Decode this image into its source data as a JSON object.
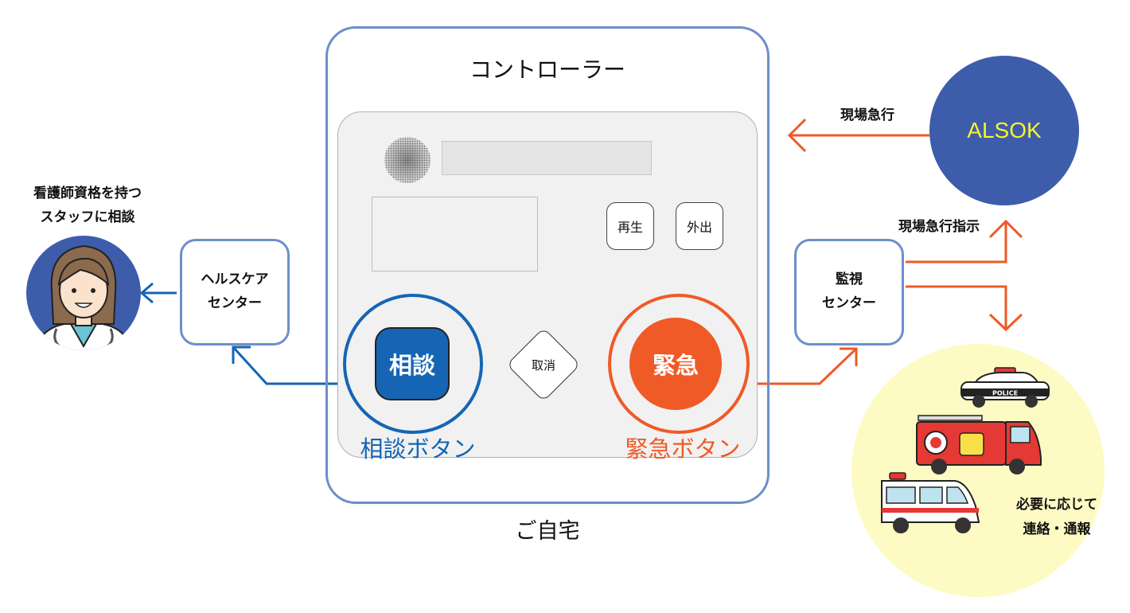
{
  "controller": {
    "title": "コントローラー",
    "buttons": {
      "play": "再生",
      "away": "外出",
      "cancel": "取消",
      "consult": "相談",
      "emergency": "緊急"
    },
    "consult_caption": "相談ボタン",
    "emergency_caption": "緊急ボタン"
  },
  "home_label": "ご自宅",
  "nurse": {
    "line1": "看護師資格を持つ",
    "line2": "スタッフに相談"
  },
  "healthcare_center": {
    "line1": "ヘルスケア",
    "line2": "センター"
  },
  "monitoring_center": {
    "line1": "監視",
    "line2": "センター"
  },
  "alsok": {
    "name": "ALSOK",
    "rush_label": "現場急行",
    "instruct_label": "現場急行指示"
  },
  "emergency_services": {
    "police_text": "POLICE",
    "line1": "必要に応じて",
    "line2": "連絡・通報"
  },
  "colors": {
    "frame_blue": "#6d8fca",
    "consult_blue": "#1565b4",
    "emergency_orange": "#ef5a27",
    "alsok_blue": "#3d5dab",
    "alsok_yellow": "#fdf22f",
    "services_bg": "#fdfbc3"
  }
}
